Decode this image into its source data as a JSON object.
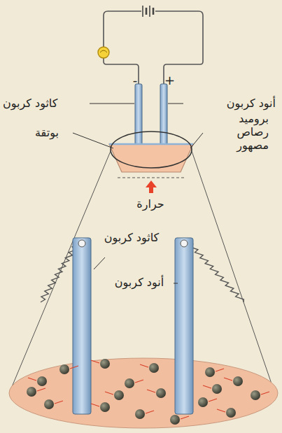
{
  "diagram": {
    "labels": [
      "-",
      "+",
      "كاثود كربون",
      "أنود كربون",
      "بوتقة",
      "بروميد رصاص مصهور",
      "حرارة",
      "كاثود كربون",
      "أنود كربون"
    ]
  }
}
